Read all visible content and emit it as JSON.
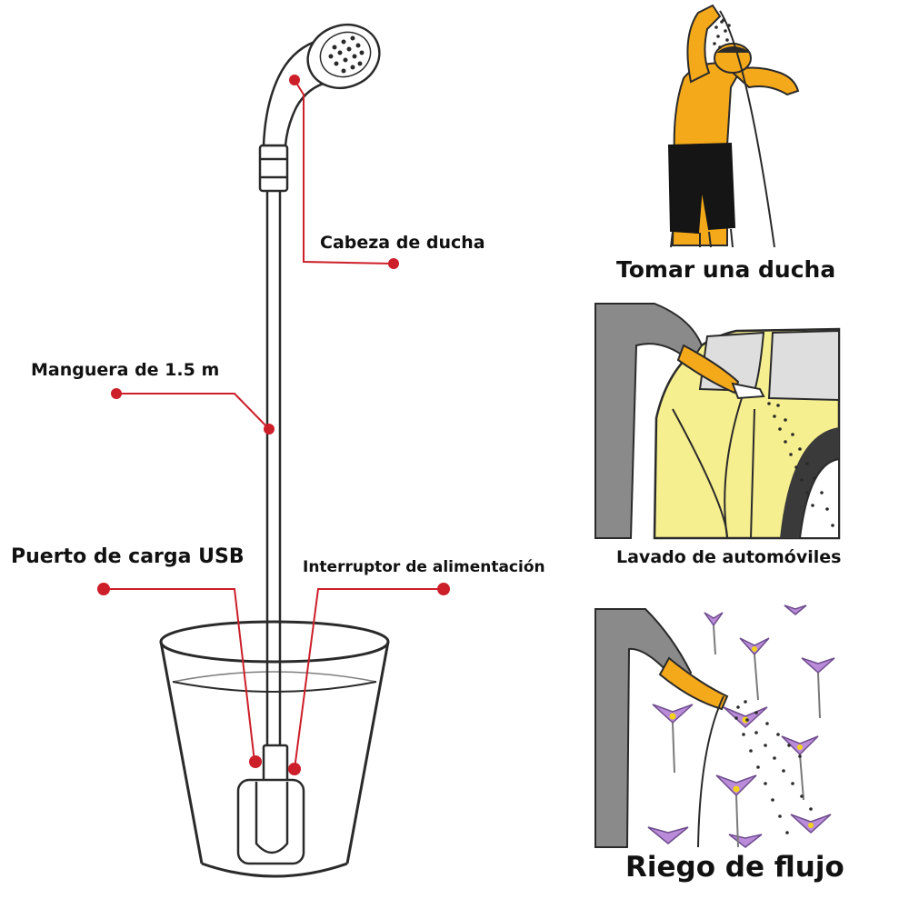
{
  "labels": {
    "shower_head": "Cabeza de ducha",
    "hose": "Manguera de 1.5 m",
    "usb_port": "Puerto de carga USB",
    "power_switch": "Interruptor de alimentación"
  },
  "uses": [
    {
      "caption": "Tomar una ducha"
    },
    {
      "caption": "Lavado de automóviles"
    },
    {
      "caption": "Riego de flujo"
    }
  ],
  "colors": {
    "callout_red": "#cc1f2a",
    "outline": "#2a2a2a",
    "skin_orange": "#f4a91b",
    "car_yellow": "#f6ef8f",
    "flower_purple": "#b98bd8",
    "sleeve_gray": "#8a8a8a"
  },
  "icons": [
    "shower-head-icon",
    "person-showering",
    "car-washing",
    "flower-watering"
  ]
}
